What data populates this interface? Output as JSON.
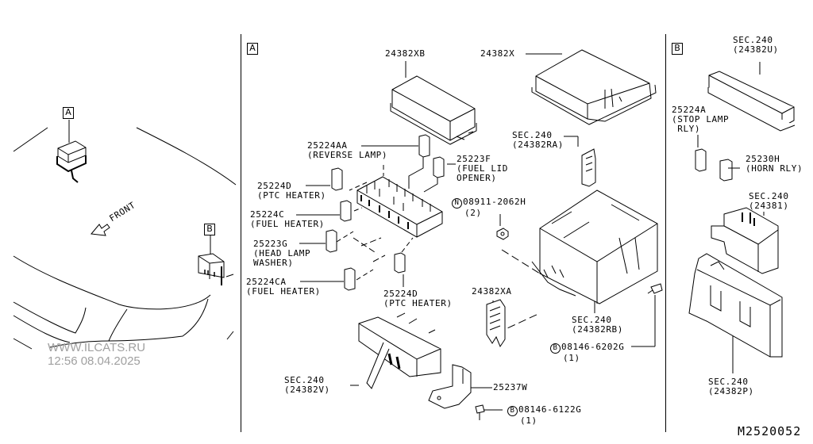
{
  "diagram": {
    "drawing_code": "M2520052",
    "watermark": {
      "site": "WWW.ILCATS.RU",
      "timestamp": "12:56 08.04.2025"
    },
    "overview": {
      "callout_a": "A",
      "callout_b": "B",
      "front_label": "FRONT"
    },
    "section_a": {
      "tag": "A",
      "parts": [
        {
          "id": "p1",
          "line1": "24382XB",
          "line2": ""
        },
        {
          "id": "p2",
          "line1": "24382X",
          "line2": ""
        },
        {
          "id": "p3",
          "line1": "25224AA",
          "line2": "(REVERSE LAMP)"
        },
        {
          "id": "p4",
          "line1": "25223F",
          "line2": "(FUEL LID",
          "line3": "OPENER)"
        },
        {
          "id": "p5",
          "line1": "SEC.240",
          "line2": "(24382RA)"
        },
        {
          "id": "p6",
          "line1": "25224D",
          "line2": "(PTC HEATER)"
        },
        {
          "id": "p7",
          "prefix": "N",
          "line1": "08911-2062H",
          "line2": "(2)"
        },
        {
          "id": "p8",
          "line1": "25224C",
          "line2": "(FUEL HEATER)"
        },
        {
          "id": "p9",
          "line1": "25223G",
          "line2": "(HEAD LAMP",
          "line3": "WASHER)"
        },
        {
          "id": "p10",
          "line1": "25224CA",
          "line2": "(FUEL HEATER)"
        },
        {
          "id": "p11",
          "line1": "25224D",
          "line2": "(PTC HEATER)"
        },
        {
          "id": "p12",
          "line1": "24382XA",
          "line2": ""
        },
        {
          "id": "p13",
          "line1": "SEC.240",
          "line2": "(24382RB)"
        },
        {
          "id": "p14",
          "prefix": "B",
          "line1": "08146-6202G",
          "line2": "(1)"
        },
        {
          "id": "p15",
          "line1": "SEC.240",
          "line2": "(24382V)"
        },
        {
          "id": "p16",
          "line1": "25237W",
          "line2": ""
        },
        {
          "id": "p17",
          "prefix": "B",
          "line1": "08146-6122G",
          "line2": "(1)"
        }
      ]
    },
    "section_b": {
      "tag": "B",
      "parts": [
        {
          "id": "q1",
          "line1": "SEC.240",
          "line2": "(24382U)"
        },
        {
          "id": "q2",
          "line1": "25224A",
          "line2": "(STOP LAMP",
          "line3": " RLY)"
        },
        {
          "id": "q3",
          "line1": "25230H",
          "line2": "(HORN RLY)"
        },
        {
          "id": "q4",
          "line1": "SEC.240",
          "line2": "(24381)"
        },
        {
          "id": "q5",
          "line1": "SEC.240",
          "line2": "(24382P)"
        }
      ]
    }
  }
}
